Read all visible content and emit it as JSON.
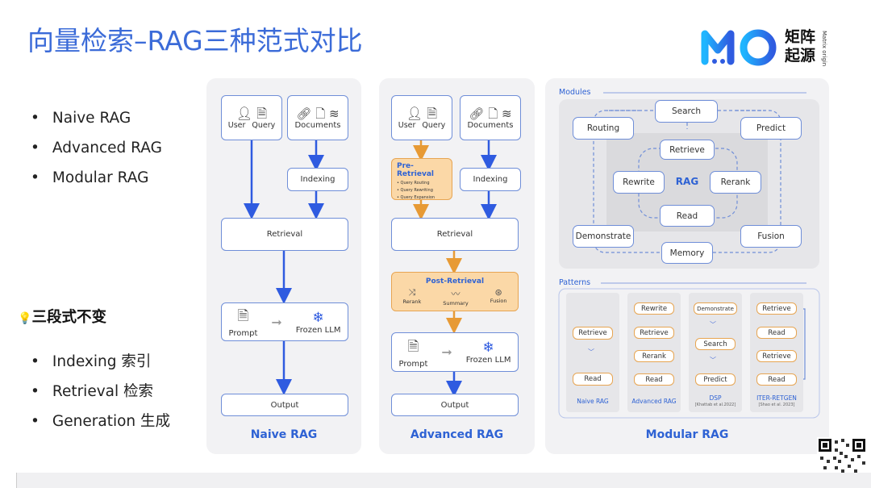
{
  "title": "向量检索–RAG三种范式对比",
  "logo": {
    "cn_line1": "矩阵",
    "cn_line2": "起源",
    "en": "Matrix origin"
  },
  "paradigms": [
    "Naive RAG",
    "Advanced RAG",
    "Modular RAG"
  ],
  "subtitle": "三段式不变",
  "stages": [
    "Indexing 索引",
    "Retrieval 检索",
    "Generation 生成"
  ],
  "naive": {
    "user": "User",
    "query": "Query",
    "documents": "Documents",
    "indexing": "Indexing",
    "retrieval": "Retrieval",
    "prompt": "Prompt",
    "frozen_llm": "Frozen LLM",
    "output": "Output",
    "label": "Naive RAG"
  },
  "advanced": {
    "user": "User",
    "query": "Query",
    "documents": "Documents",
    "pre_retrieval": "Pre-Retrieval",
    "pre_items": [
      "• Query Routing",
      "• Query Rewriting",
      "• Query Expansion"
    ],
    "indexing": "Indexing",
    "retrieval": "Retrieval",
    "post_retrieval": "Post-Retrieval",
    "post_items": [
      "Rerank",
      "Summary",
      "Fusion"
    ],
    "prompt": "Prompt",
    "frozen_llm": "Frozen LLM",
    "output": "Output",
    "label": "Advanced RAG"
  },
  "modular": {
    "modules_title": "Modules",
    "search": "Search",
    "routing": "Routing",
    "predict": "Predict",
    "retrieve": "Retrieve",
    "rewrite": "Rewrite",
    "rag": "RAG",
    "rerank": "Rerank",
    "read": "Read",
    "demonstrate": "Demonstrate",
    "fusion": "Fusion",
    "memory": "Memory",
    "patterns_title": "Patterns",
    "patterns": [
      {
        "boxes": [
          "Retrieve",
          "Read"
        ],
        "name": "Naive RAG",
        "sub": ""
      },
      {
        "boxes": [
          "Rewrite",
          "Retrieve",
          "Rerank",
          "Read"
        ],
        "name": "Advanced RAG",
        "sub": ""
      },
      {
        "boxes": [
          "Demonstrate",
          "Search",
          "Predict"
        ],
        "name": "DSP",
        "sub": "[Khattab et al.2022]"
      },
      {
        "boxes": [
          "Retrieve",
          "Read",
          "Retrieve",
          "Read"
        ],
        "name": "ITER-RETGEN",
        "sub": "[Shao et al. 2023]"
      }
    ],
    "label": "Modular RAG"
  },
  "colors": {
    "accent": "#3b6bd8",
    "arrow_blue": "#2f5be0",
    "arrow_orange": "#e79a35",
    "box_border": "#6f8ed8",
    "orange_fill": "#fbd8a7"
  }
}
